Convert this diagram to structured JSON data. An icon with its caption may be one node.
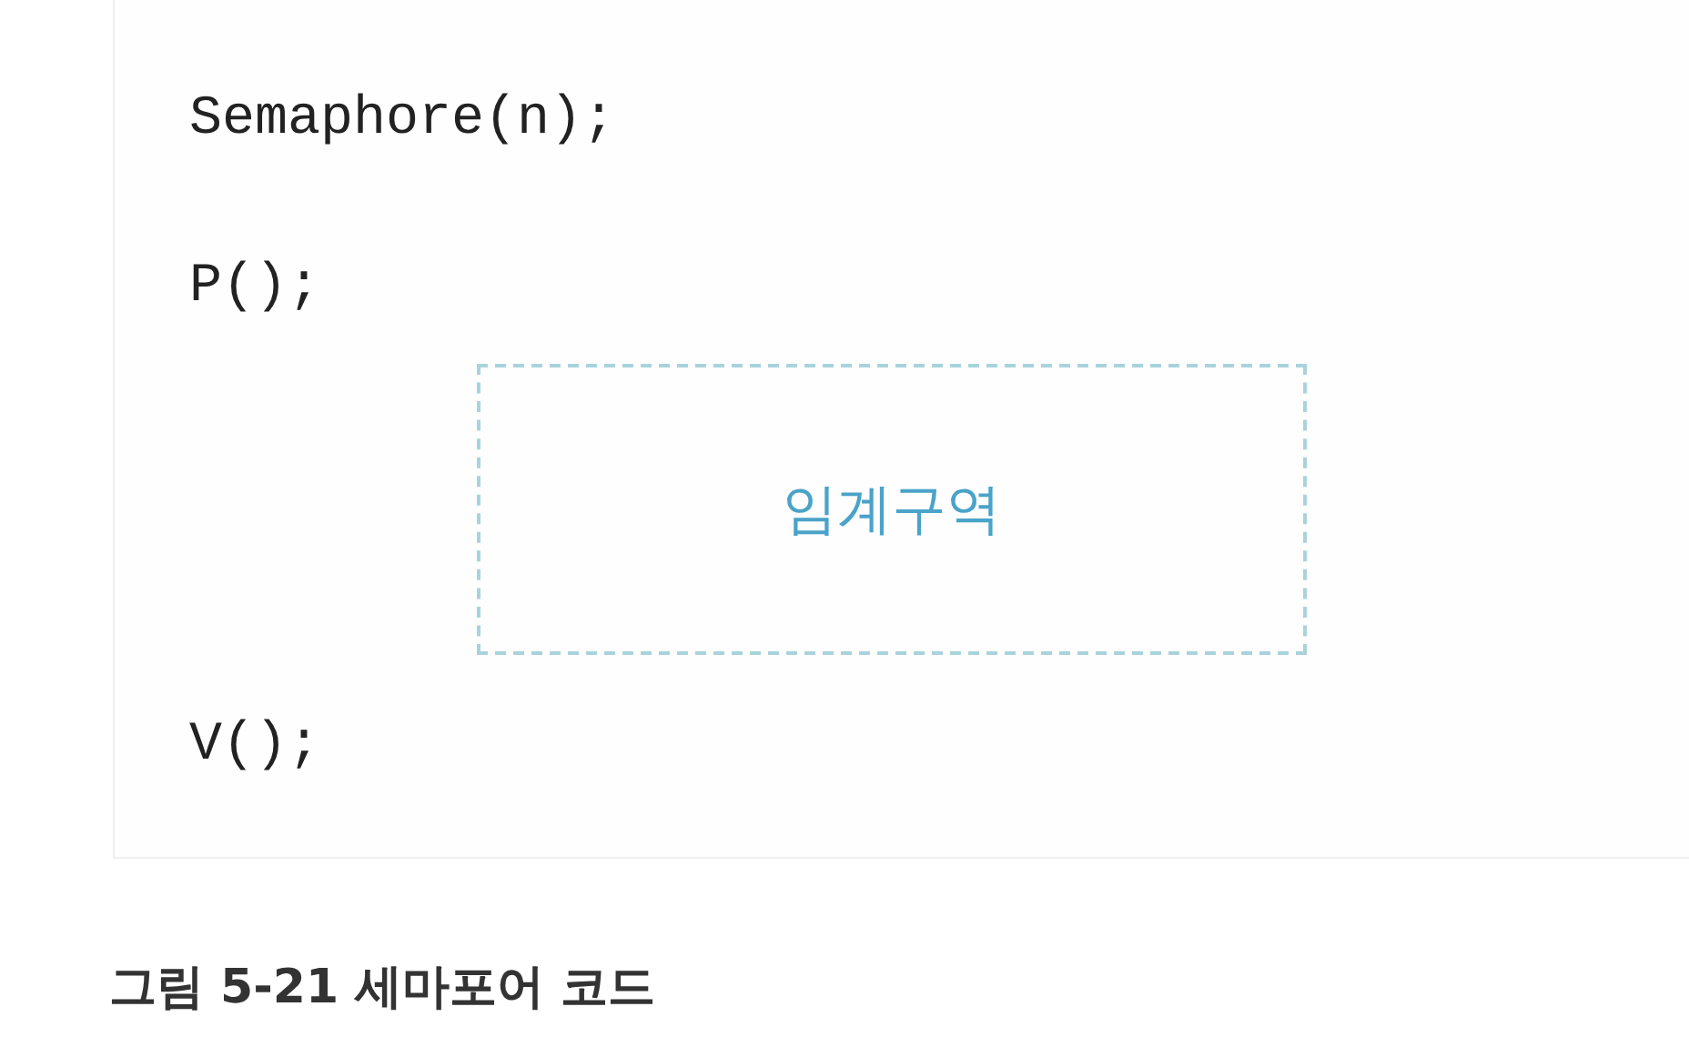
{
  "diagram": {
    "caption": "그림 5-21 세마포어 코드",
    "nodes": [
      {
        "text": [
          "임계구역"
        ]
      }
    ],
    "labels": [
      "Semaphore(n);",
      "P();",
      "V();"
    ]
  }
}
